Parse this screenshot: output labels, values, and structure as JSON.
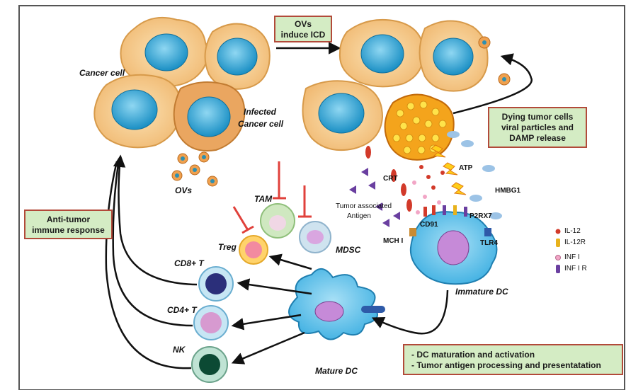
{
  "boxes": {
    "icd_line1": "OVs",
    "icd_line2": "induce ICD",
    "dying_line1": "Dying tumor cells",
    "dying_line2": "viral particles and",
    "dying_line3": "DAMP release",
    "antitumor_line1": "Anti-tumor",
    "antitumor_line2": "immune response",
    "dc_line1": "- DC maturation and activation",
    "dc_line2": "- Tumor antigen processing and presentatation"
  },
  "labels": {
    "cancer_cell": "Cancer cell",
    "infected_line1": "Infected",
    "infected_line2": "Cancer cell",
    "ovs": "OVs",
    "tam": "TAM",
    "treg": "Treg",
    "mdsc": "MDSC",
    "cd8": "CD8+ T",
    "cd4": "CD4+ T",
    "nk": "NK",
    "mature_dc": "Mature DC",
    "immature_dc": "Immature DC",
    "crt": "CRT",
    "atp": "ATP",
    "hmbg1": "HMBG1",
    "taa_line1": "Tumor associated",
    "taa_line2": "Antigen",
    "cd91": "CD91",
    "p2rx7": "P2RX7",
    "mch": "MCH I",
    "tlr4": "TLR4"
  },
  "legend": [
    {
      "name": "IL-12",
      "icon": "red-dot",
      "color": "#d23a2a"
    },
    {
      "name": "IL-12R",
      "icon": "yellow-receptor",
      "color": "#e8b21c"
    },
    {
      "name": "INF I",
      "icon": "pink-dot",
      "color": "#f2a6c6"
    },
    {
      "name": "INF I R",
      "icon": "purple-receptor",
      "color": "#6a3fa0"
    }
  ],
  "colors": {
    "cancer_cytoplasm": "#f6cd8f",
    "nucleus": "#28a9d8",
    "dc_body": "#69c6ec",
    "box_fill": "#d4ecc4",
    "box_border": "#b24a3a",
    "inhibit": "#e0413b"
  }
}
